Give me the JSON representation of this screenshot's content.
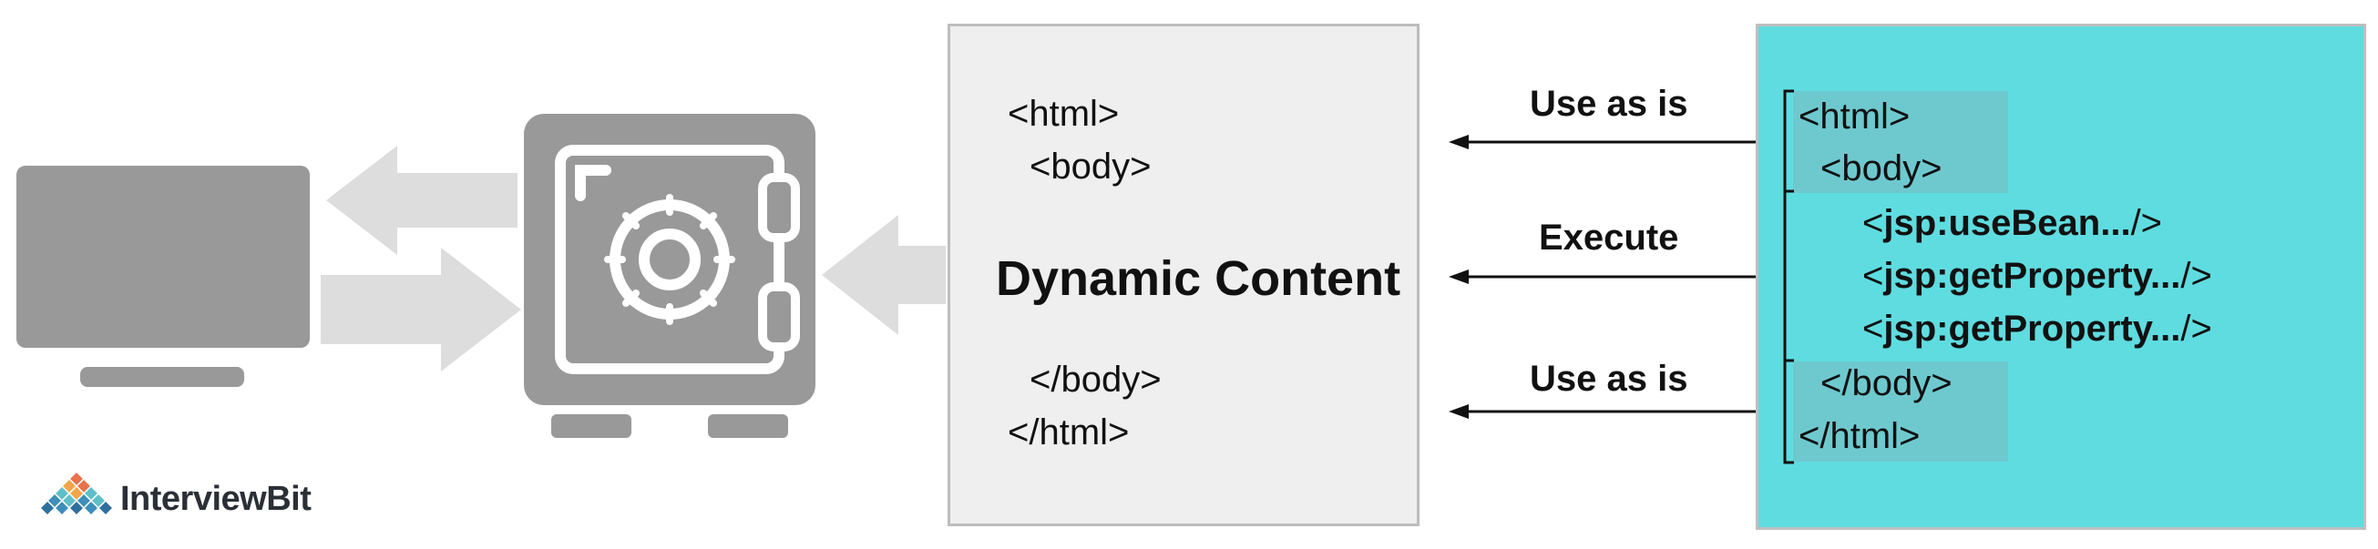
{
  "html_template": {
    "open_html": "<html>",
    "open_body": "<body>",
    "dynamic": "Dynamic Content",
    "close_body": "</body>",
    "close_html": "</html>"
  },
  "arrows": {
    "top": "Use as is",
    "middle": "Execute",
    "bottom": "Use as is"
  },
  "jsp_source": {
    "open_html": "<html>",
    "open_body": "<body>",
    "tag_prefix": "<",
    "tag_suffix": "/>",
    "tags": [
      "jsp:useBean...",
      "jsp:getProperty...",
      "jsp:getProperty..."
    ],
    "close_body": "</body>",
    "close_html": "</html>"
  },
  "logo": {
    "text": "InterviewBit"
  },
  "colors": {
    "gray_icon": "#999999",
    "light_arrow": "#dddddd",
    "html_box": "#efefef",
    "jsp_box": "#5fdce0",
    "jsp_highlight": "#6ec9cf"
  },
  "icons": [
    "monitor-icon",
    "safe-icon",
    "interviewbit-logo-icon"
  ]
}
